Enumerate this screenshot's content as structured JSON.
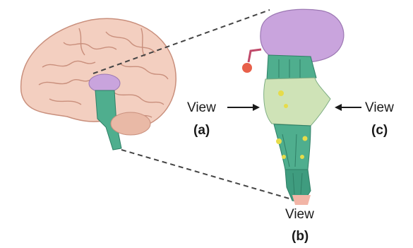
{
  "labels": {
    "view_a": "View",
    "letter_a": "(a)",
    "view_b": "View",
    "letter_b": "(b)",
    "view_c": "View",
    "letter_c": "(c)"
  },
  "colors": {
    "cerebrum": "#f3cfc0",
    "cerebrum_outline": "#c98f7c",
    "diencephalon": "#c9a4dd",
    "brainstem": "#4fae8e",
    "brainstem_dark": "#2f7f66",
    "cerebellum_region": "#cfe3b7",
    "highlight": "#e6dc4a",
    "spinal_cord_end": "#f2b5a6",
    "dashed_line": "#444444",
    "text": "#1a1a1a"
  }
}
